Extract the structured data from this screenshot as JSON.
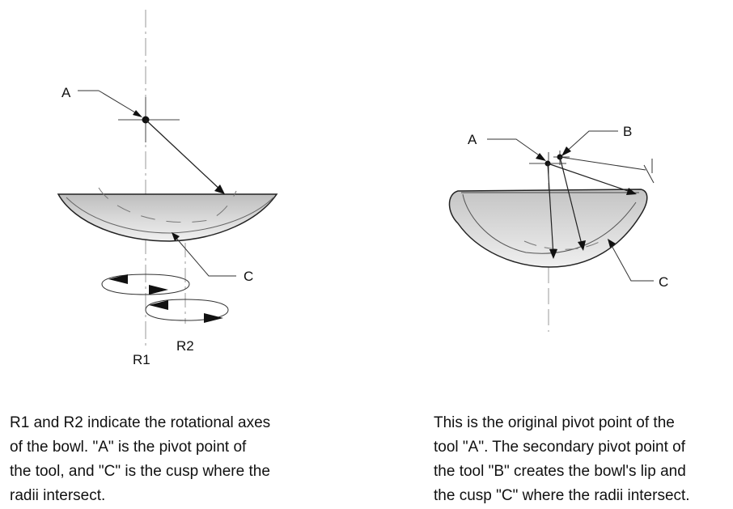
{
  "left_figure": {
    "labels": {
      "pivot": "A",
      "cusp": "C",
      "axis1": "R1",
      "axis2": "R2"
    },
    "caption": [
      "R1 and R2 indicate the rotational axes",
      "of the bowl. \"A\" is the pivot point of",
      "the tool, and \"C\" is the cusp where the",
      "radii intersect."
    ]
  },
  "right_figure": {
    "labels": {
      "pivot": "A",
      "secondary_pivot": "B",
      "cusp": "C"
    },
    "caption": [
      "This is the original pivot point of the",
      "tool \"A\". The secondary pivot point of",
      "the tool \"B\" creates the bowl's lip and",
      "the cusp \"C\" where the radii intersect."
    ]
  }
}
